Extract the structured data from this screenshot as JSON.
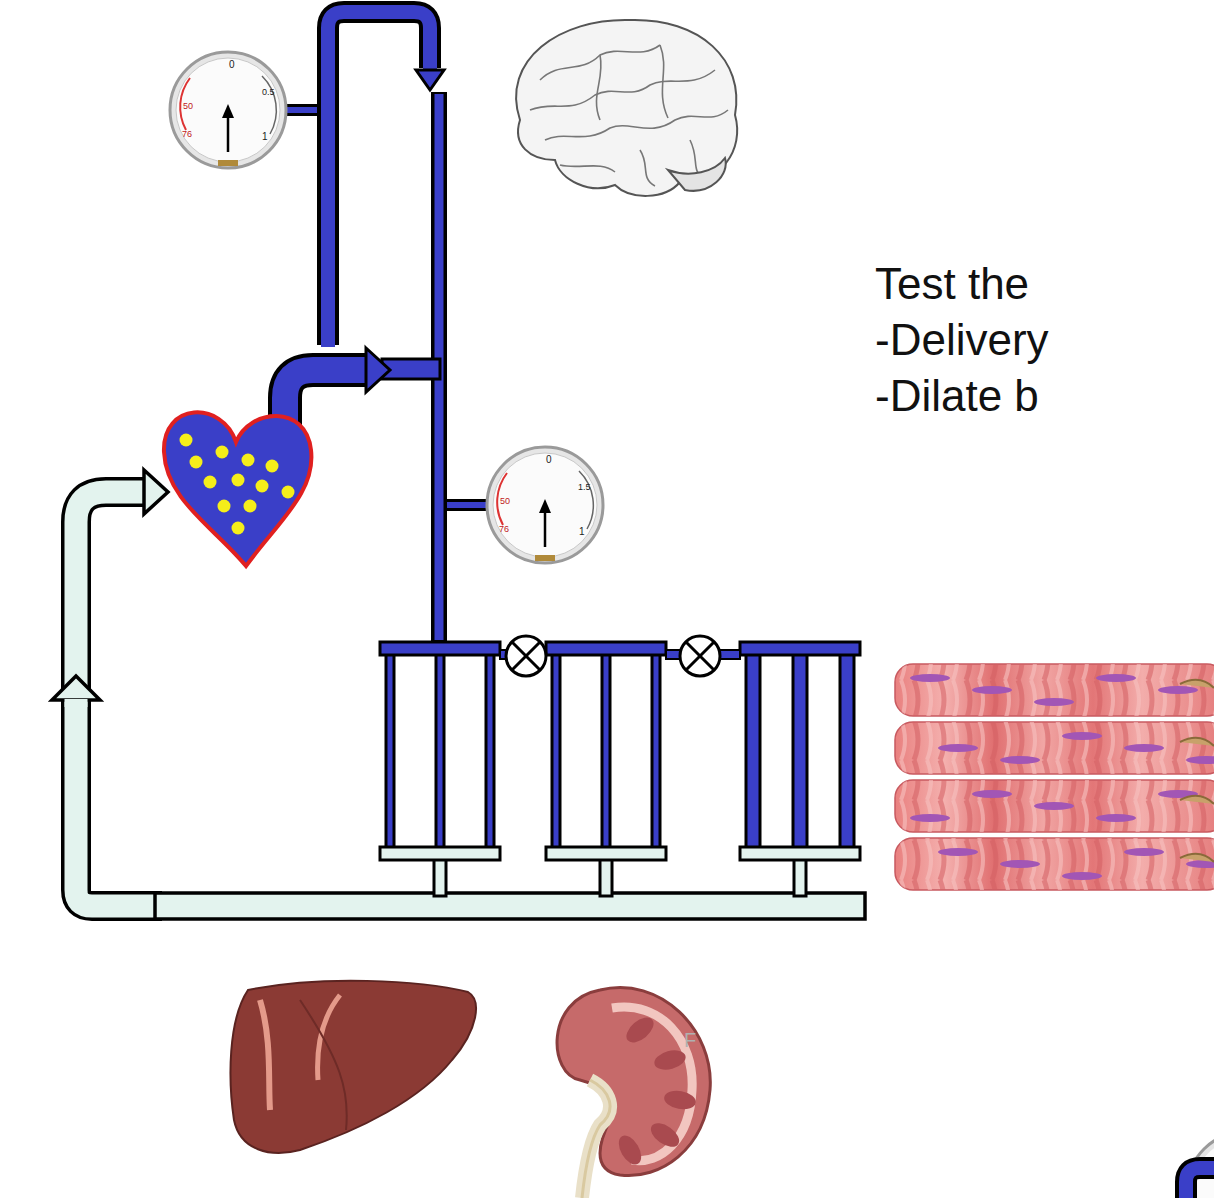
{
  "diagram": {
    "labels": [
      "0",
      "0.5",
      "50",
      "76",
      "1",
      "Test the",
      "-Delivery",
      "-Dilate b",
      "0",
      "1.5",
      "50",
      "76",
      "1",
      "F"
    ]
  }
}
